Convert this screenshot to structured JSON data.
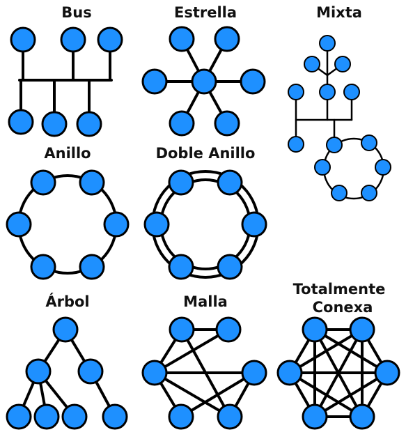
{
  "diagram": {
    "background": "#ffffff",
    "node_color": "#1E90FF",
    "edge_color": "#000000",
    "topologies": [
      {
        "key": "bus",
        "title": "Bus"
      },
      {
        "key": "estrella",
        "title": "Estrella"
      },
      {
        "key": "mixta",
        "title": "Mixta"
      },
      {
        "key": "anillo",
        "title": "Anillo"
      },
      {
        "key": "doble_anillo",
        "title": "Doble Anillo"
      },
      {
        "key": "arbol",
        "title": "Árbol"
      },
      {
        "key": "malla",
        "title": "Malla"
      },
      {
        "key": "totalmente_conexa",
        "title_line1": "Totalmente",
        "title_line2": "Conexa"
      }
    ]
  }
}
